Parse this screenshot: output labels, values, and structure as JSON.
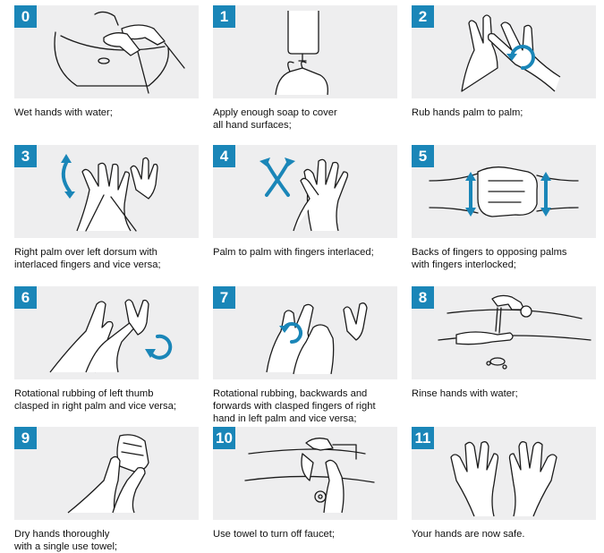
{
  "steps": [
    {
      "number": "0",
      "caption": "Wet hands with water;",
      "illustration": "wet-hands-icon"
    },
    {
      "number": "1",
      "caption": "Apply enough soap to cover\nall hand surfaces;",
      "illustration": "soap-dispenser-icon"
    },
    {
      "number": "2",
      "caption": "Rub hands palm to palm;",
      "illustration": "palm-to-palm-icon"
    },
    {
      "number": "3",
      "caption": "Right palm over left dorsum with\ninterlaced fingers and vice versa;",
      "illustration": "palm-over-dorsum-icon"
    },
    {
      "number": "4",
      "caption": "Palm to palm with fingers interlaced;",
      "illustration": "fingers-interlaced-icon"
    },
    {
      "number": "5",
      "caption": "Backs of fingers to opposing palms\nwith fingers interlocked;",
      "illustration": "fingers-interlocked-icon"
    },
    {
      "number": "6",
      "caption": "Rotational rubbing of left thumb\nclasped in right palm and vice versa;",
      "illustration": "thumb-rubbing-icon"
    },
    {
      "number": "7",
      "caption": "Rotational rubbing, backwards and\nforwards with clasped fingers of right\nhand in left palm and vice versa;",
      "illustration": "fingertip-rubbing-icon"
    },
    {
      "number": "8",
      "caption": "Rinse hands with water;",
      "illustration": "rinse-hands-icon"
    },
    {
      "number": "9",
      "caption": "Dry hands thoroughly\nwith a single use towel;",
      "illustration": "towel-dry-icon"
    },
    {
      "number": "10",
      "caption": "Use towel to turn off faucet;",
      "illustration": "turn-off-faucet-icon"
    },
    {
      "number": "11",
      "caption": "Your hands are now safe.",
      "illustration": "safe-hands-icon"
    }
  ],
  "colors": {
    "badge": "#1a86b8",
    "panel": "#eeeeef",
    "arrow": "#1a86b8"
  }
}
